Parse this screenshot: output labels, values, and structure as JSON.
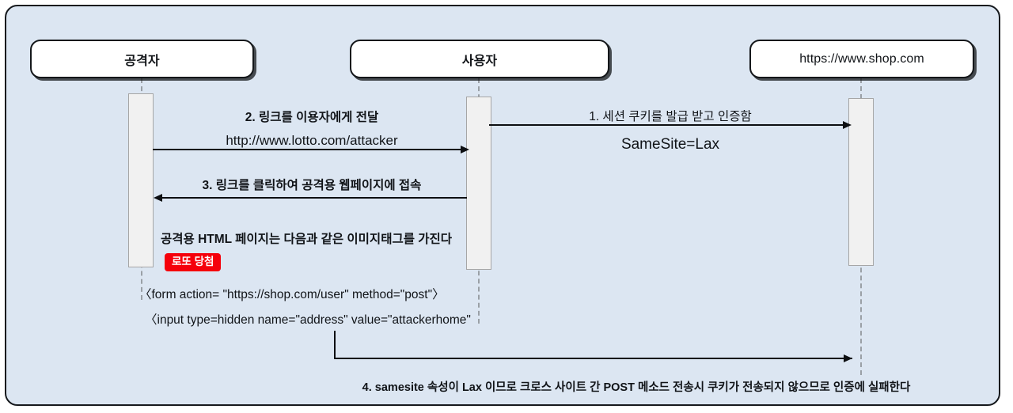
{
  "diagram": {
    "type": "sequence-diagram",
    "background_color": "#dce6f2",
    "border_color": "#16191d",
    "participants": [
      {
        "id": "attacker",
        "label": "공격자",
        "bold": true
      },
      {
        "id": "user",
        "label": "사용자",
        "bold": true
      },
      {
        "id": "shop",
        "label": "https://www.shop.com",
        "bold": false
      }
    ],
    "messages": [
      {
        "id": "msg1",
        "number": "1.",
        "label": "1. 세션 쿠키를 발급 받고 인증함",
        "sublabel": "SameSite=Lax",
        "from": "user",
        "to": "shop",
        "direction": "right"
      },
      {
        "id": "msg2",
        "number": "2.",
        "label": "2. 링크를 이용자에게 전달",
        "sublabel": "http://www.lotto.com/attacker",
        "from": "attacker",
        "to": "user",
        "direction": "right"
      },
      {
        "id": "msg3",
        "number": "3.",
        "label": "3.  링크를 클릭하여  공격용  웹페이지에 접속",
        "from": "user",
        "to": "attacker",
        "direction": "left"
      },
      {
        "id": "msg4",
        "number": "4.",
        "label": "4. samesite 속성이 Lax 이므로 크로스 사이트 간 POST 메소드 전송시 쿠키가 전송되지 않으므로 인증에 실패한다",
        "from": "user",
        "to": "shop",
        "direction": "right"
      }
    ],
    "notes": {
      "html_note": "공격용 HTML 페이지는 다음과 같은 이미지태그를 가진다",
      "badge": {
        "text": "로또 당첨",
        "color": "#f5000b",
        "text_color": "#ffffff"
      },
      "code_line_1": "〈form action= \"https://shop.com/user\" method=\"post\"〉",
      "code_line_2": "〈input type=hidden name=\"address\" value=\"attackerhome\""
    }
  }
}
